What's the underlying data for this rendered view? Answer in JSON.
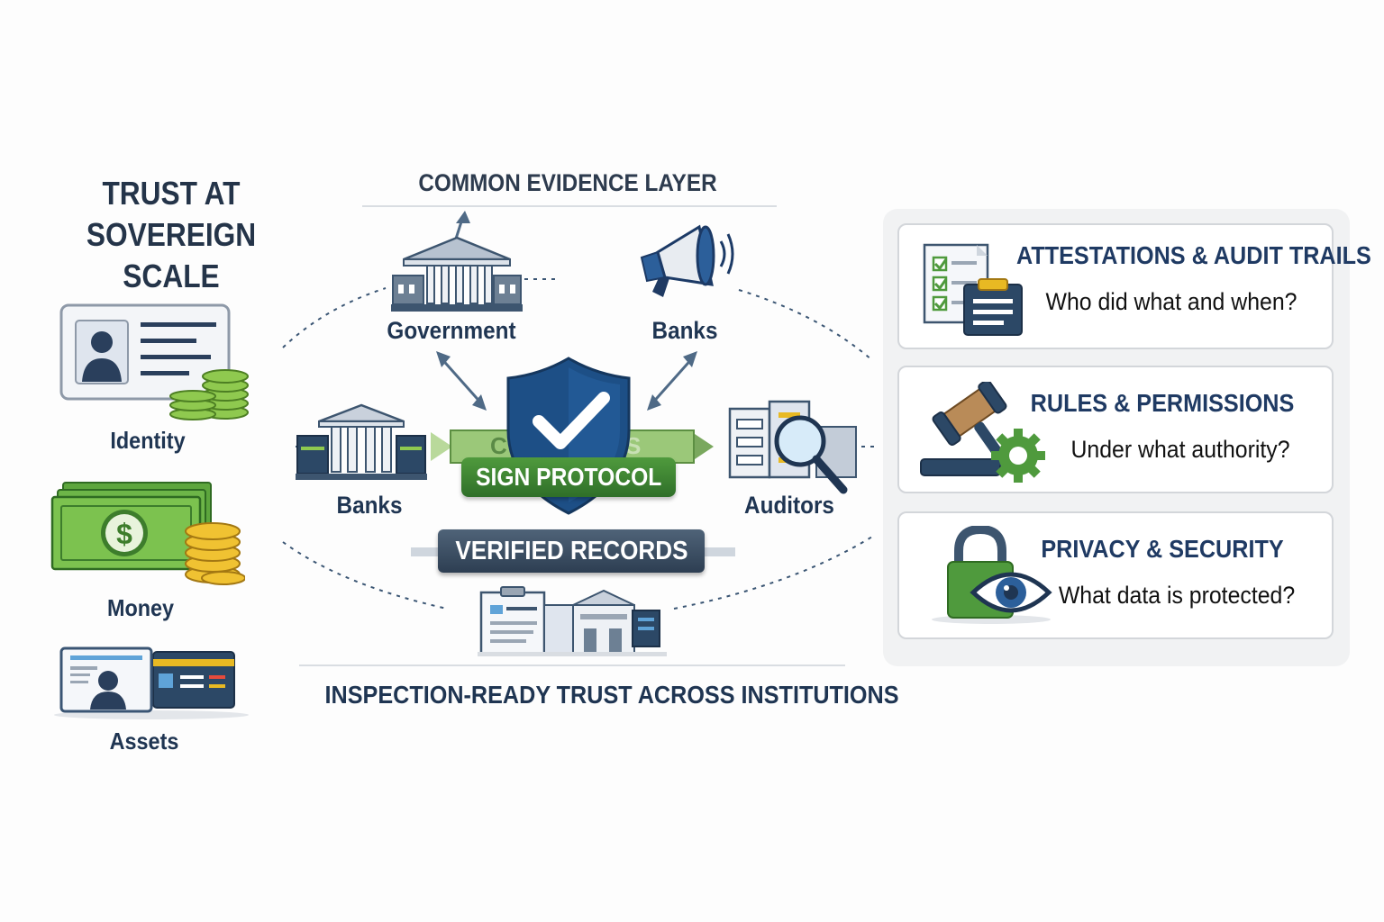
{
  "left": {
    "title_line1": "TRUST AT",
    "title_line2": "SOVEREIGN SCALE",
    "items": [
      {
        "label": "Identity"
      },
      {
        "label": "Money"
      },
      {
        "label": "Assets"
      }
    ]
  },
  "center": {
    "heading": "COMMON EVIDENCE LAYER",
    "nodes": {
      "top_left": "Government",
      "top_right": "Banks",
      "mid_left": "Banks",
      "mid_right": "Auditors"
    },
    "ribbon_back_fragment_left": "C",
    "ribbon_back_fragment_right": "S",
    "sign_protocol": "SIGN PROTOCOL",
    "verified_records": "VERIFIED RECORDS",
    "caption": "INSPECTION-READY TRUST ACROSS INSTITUTIONS"
  },
  "cards": [
    {
      "title": "ATTESTATIONS & AUDIT TRAILS",
      "question": "Who did what and when?",
      "icon": "checklist-clipboard-icon"
    },
    {
      "title": "RULES & PERMISSIONS",
      "question": "Under what authority?",
      "icon": "gavel-gear-icon"
    },
    {
      "title": "PRIVACY & SECURITY",
      "question": "What data is protected?",
      "icon": "padlock-eye-icon"
    }
  ],
  "colors": {
    "navy": "#1f3552",
    "green": "#4f9a3d",
    "blue": "#2c5f9a",
    "gold": "#e8b923"
  }
}
